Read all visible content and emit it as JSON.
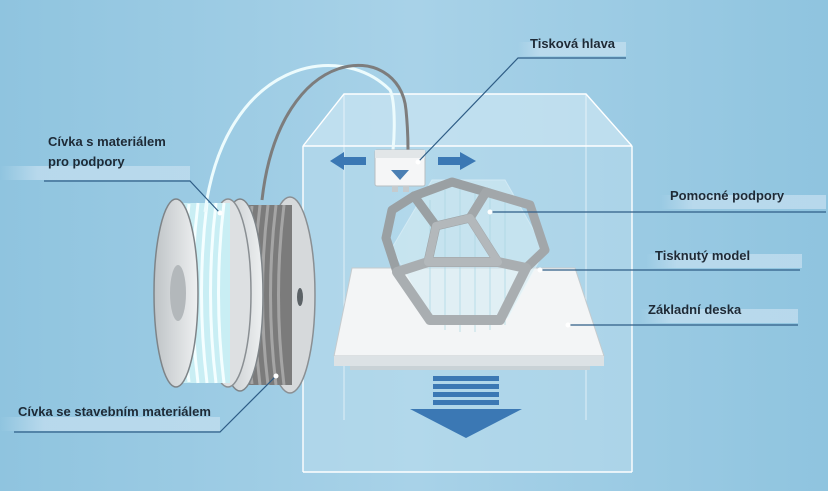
{
  "labels": {
    "print_head": "Tisková hlava",
    "support_spool_line1": "Cívka s materiálem",
    "support_spool_line2": "pro podpory",
    "support_material": "Pomocné podpory",
    "printed_model": "Tisknutý model",
    "build_plate": "Základní deska",
    "build_spool": "Cívka se stavebním materiálem"
  },
  "colors": {
    "background": "#9fcbe3",
    "leader_line": "#2f5d86",
    "arrow": "#3b78b4",
    "support_filament": "#e8f8fb",
    "build_filament": "#8d8d8d"
  },
  "icons": {
    "head_move_left": "arrow-left-icon",
    "head_move_right": "arrow-right-icon",
    "plate_move_down": "arrow-down-icon"
  }
}
